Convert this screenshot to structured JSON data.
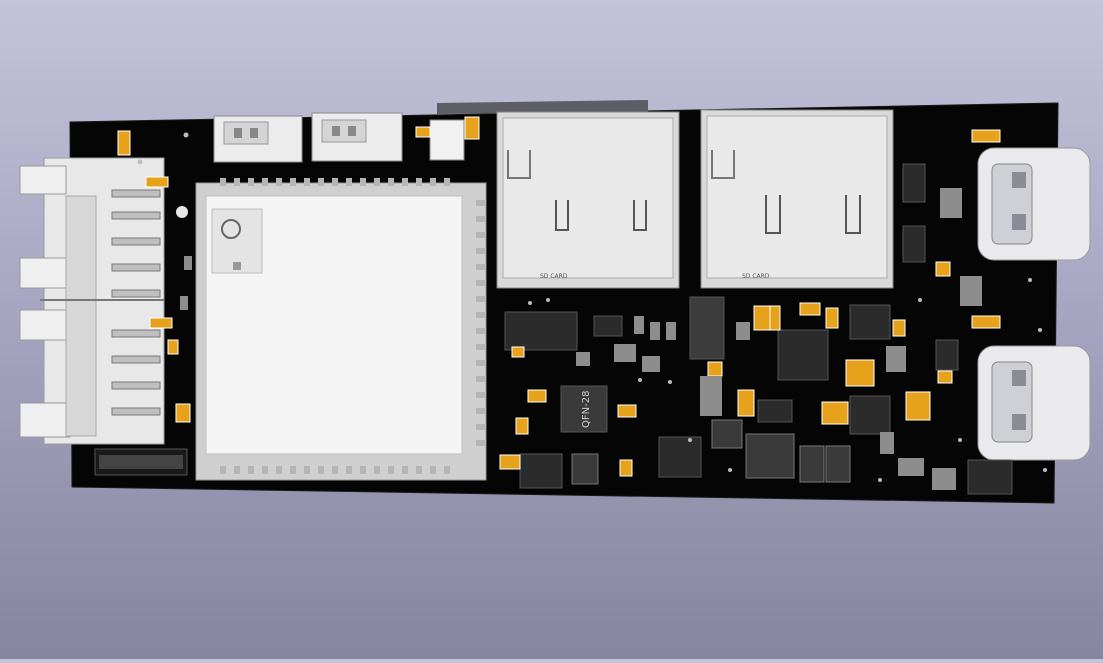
{
  "viewer": {
    "background_top": "#c3c3d9",
    "background_bottom": "#85859f"
  },
  "board": {
    "solder_mask": "#050505",
    "silkscreen": "#ffffff",
    "pad_color": "#e6a21a",
    "ic_body": "#2a2a2a",
    "module_shield": "#f2f2f2",
    "connector_plastic": "#e8e8e8"
  },
  "labels": {
    "qfn_chip": "QFN-28",
    "sd_slot_left_text": "SD CARD",
    "sd_slot_right_text": "SD CARD"
  },
  "icons": {
    "module_logo": "power-logo-icon"
  }
}
